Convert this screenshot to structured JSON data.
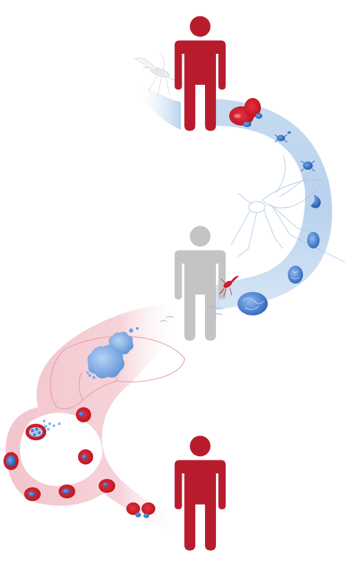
{
  "colors": {
    "infected_person": "#b81c2c",
    "uninfected_person": "#c4c4c4",
    "mosquito_stage_band": "#c5d9ef",
    "human_stage_band": "#f6d3d8",
    "red_blood_cell": "#d5202e",
    "parasite": "#2f6fc4"
  },
  "figures": [
    {
      "role": "infected-person",
      "color_key": "infected_person"
    },
    {
      "role": "uninfected-person",
      "color_key": "uninfected_person"
    },
    {
      "role": "infected-person",
      "color_key": "infected_person"
    }
  ],
  "icons": [
    "person-icon",
    "mosquito-icon",
    "liver-icon",
    "red-blood-cell-icon",
    "parasite-icon",
    "oocyst-icon",
    "sporozoite-icon"
  ]
}
